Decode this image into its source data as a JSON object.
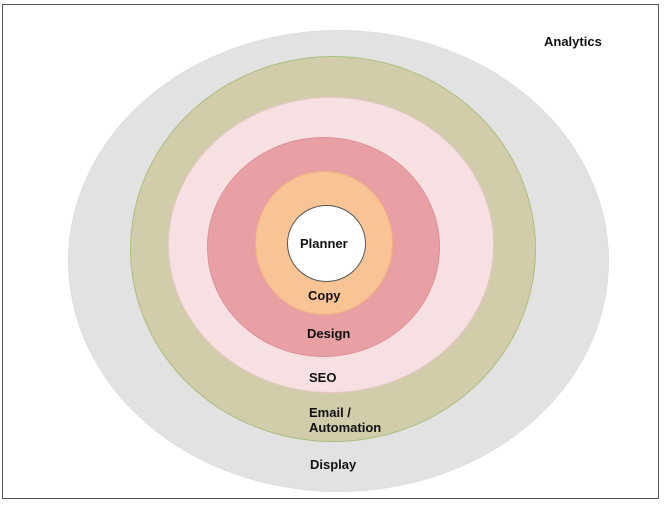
{
  "diagram": {
    "outer_label": "Analytics",
    "rings": [
      {
        "id": "display",
        "label": "Display",
        "color": "#e2e2e2"
      },
      {
        "id": "email",
        "label_line1": "Email /",
        "label_line2": "Automation",
        "color": "#d1ccaa"
      },
      {
        "id": "seo",
        "label": "SEO",
        "color": "#f6e0e2"
      },
      {
        "id": "design",
        "label": "Design",
        "color": "#e9a0a4"
      },
      {
        "id": "copy",
        "label": "Copy",
        "color": "#f9c495"
      },
      {
        "id": "planner",
        "label": "Planner",
        "color": "#ffffff"
      }
    ]
  }
}
